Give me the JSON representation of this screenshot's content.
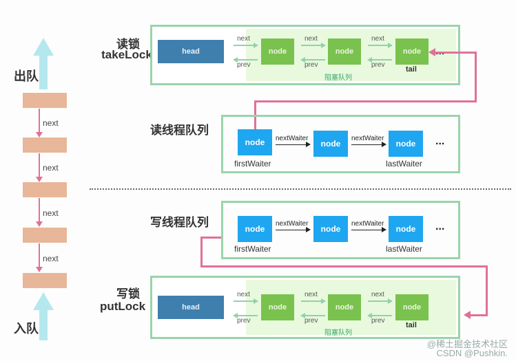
{
  "queue": {
    "dequeue_label": "出队",
    "enqueue_label": "入队",
    "link_labels": [
      "next",
      "next",
      "next",
      "next"
    ],
    "arrow_color": "#b4e8ee",
    "block_color": "#e8b698",
    "link_color": "#e0709a"
  },
  "read_lock": {
    "label_cn": "读锁",
    "label_en": "takeLock",
    "head_label": "head",
    "nodes": [
      "node",
      "node",
      "node"
    ],
    "next_labels": [
      "next",
      "next",
      "next"
    ],
    "prev_labels": [
      "prev",
      "prev",
      "prev"
    ],
    "tail_label": "tail",
    "blocking_queue_label": "阻塞队列",
    "ellipsis": "..."
  },
  "read_thread_queue": {
    "title": "读线程队列",
    "nodes": [
      "node",
      "node",
      "node"
    ],
    "edge_labels": [
      "nextWaiter",
      "nextWaiter"
    ],
    "first_label": "firstWaiter",
    "last_label": "lastWaiter",
    "ellipsis": "..."
  },
  "write_thread_queue": {
    "title": "写线程队列",
    "nodes": [
      "node",
      "node",
      "node"
    ],
    "edge_labels": [
      "nextWaiter",
      "nextWaiter"
    ],
    "first_label": "firstWaiter",
    "last_label": "lastWaiter",
    "ellipsis": "..."
  },
  "write_lock": {
    "label_cn": "写锁",
    "label_en": "putLock",
    "head_label": "head",
    "nodes": [
      "node",
      "node",
      "node"
    ],
    "next_labels": [
      "next",
      "next",
      "next"
    ],
    "prev_labels": [
      "prev",
      "prev",
      "prev"
    ],
    "tail_label": "tail",
    "blocking_queue_label": "阻塞队列"
  },
  "watermark": {
    "line1": "@稀土掘金技术社区",
    "line2": "CSDN @Pushkin."
  }
}
